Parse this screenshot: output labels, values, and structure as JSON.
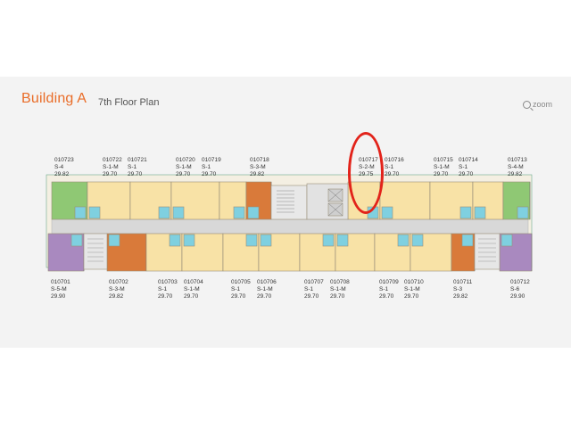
{
  "header": {
    "building": "Building A",
    "floor_plan": "7th Floor Plan",
    "zoom_label": "zoom",
    "zoom_icon": "magnifier-icon"
  },
  "colors": {
    "studio": "#f8e2a6",
    "s3_orange": "#d97a3a",
    "s4_green": "#8fc874",
    "s5_purple": "#a989bf",
    "bath": "#7fd0e0",
    "corridor": "#d8d8d8",
    "frame": "#6bab8e",
    "highlight": "#e2231a"
  },
  "top_units": [
    {
      "id": "010723",
      "type": "S-4",
      "area": "29.82"
    },
    {
      "id": "010722",
      "type": "S-1-M",
      "area": "29.70"
    },
    {
      "id": "010721",
      "type": "S-1",
      "area": "29.70"
    },
    {
      "id": "010720",
      "type": "S-1-M",
      "area": "29.70"
    },
    {
      "id": "010719",
      "type": "S-1",
      "area": "29.70"
    },
    {
      "id": "010718",
      "type": "S-3-M",
      "area": "29.82"
    },
    {
      "id": "010717",
      "type": "S-2-M",
      "area": "29.75"
    },
    {
      "id": "010716",
      "type": "S-1",
      "area": "29.70"
    },
    {
      "id": "010715",
      "type": "S-1-M",
      "area": "29.70"
    },
    {
      "id": "010714",
      "type": "S-1",
      "area": "29.70"
    },
    {
      "id": "010713",
      "type": "S-4-M",
      "area": "29.82"
    }
  ],
  "bottom_units": [
    {
      "id": "010701",
      "type": "S-5-M",
      "area": "29.90"
    },
    {
      "id": "010702",
      "type": "S-3-M",
      "area": "29.82"
    },
    {
      "id": "010703",
      "type": "S-1",
      "area": "29.70"
    },
    {
      "id": "010704",
      "type": "S-1-M",
      "area": "29.70"
    },
    {
      "id": "010705",
      "type": "S-1",
      "area": "29.70"
    },
    {
      "id": "010706",
      "type": "S-1-M",
      "area": "29.70"
    },
    {
      "id": "010707",
      "type": "S-1",
      "area": "29.70"
    },
    {
      "id": "010708",
      "type": "S-1-M",
      "area": "29.70"
    },
    {
      "id": "010709",
      "type": "S-1",
      "area": "29.70"
    },
    {
      "id": "010710",
      "type": "S-1-M",
      "area": "29.70"
    },
    {
      "id": "010711",
      "type": "S-3",
      "area": "29.82"
    },
    {
      "id": "010712",
      "type": "S-6",
      "area": "29.90"
    }
  ],
  "highlighted_unit": "010717"
}
